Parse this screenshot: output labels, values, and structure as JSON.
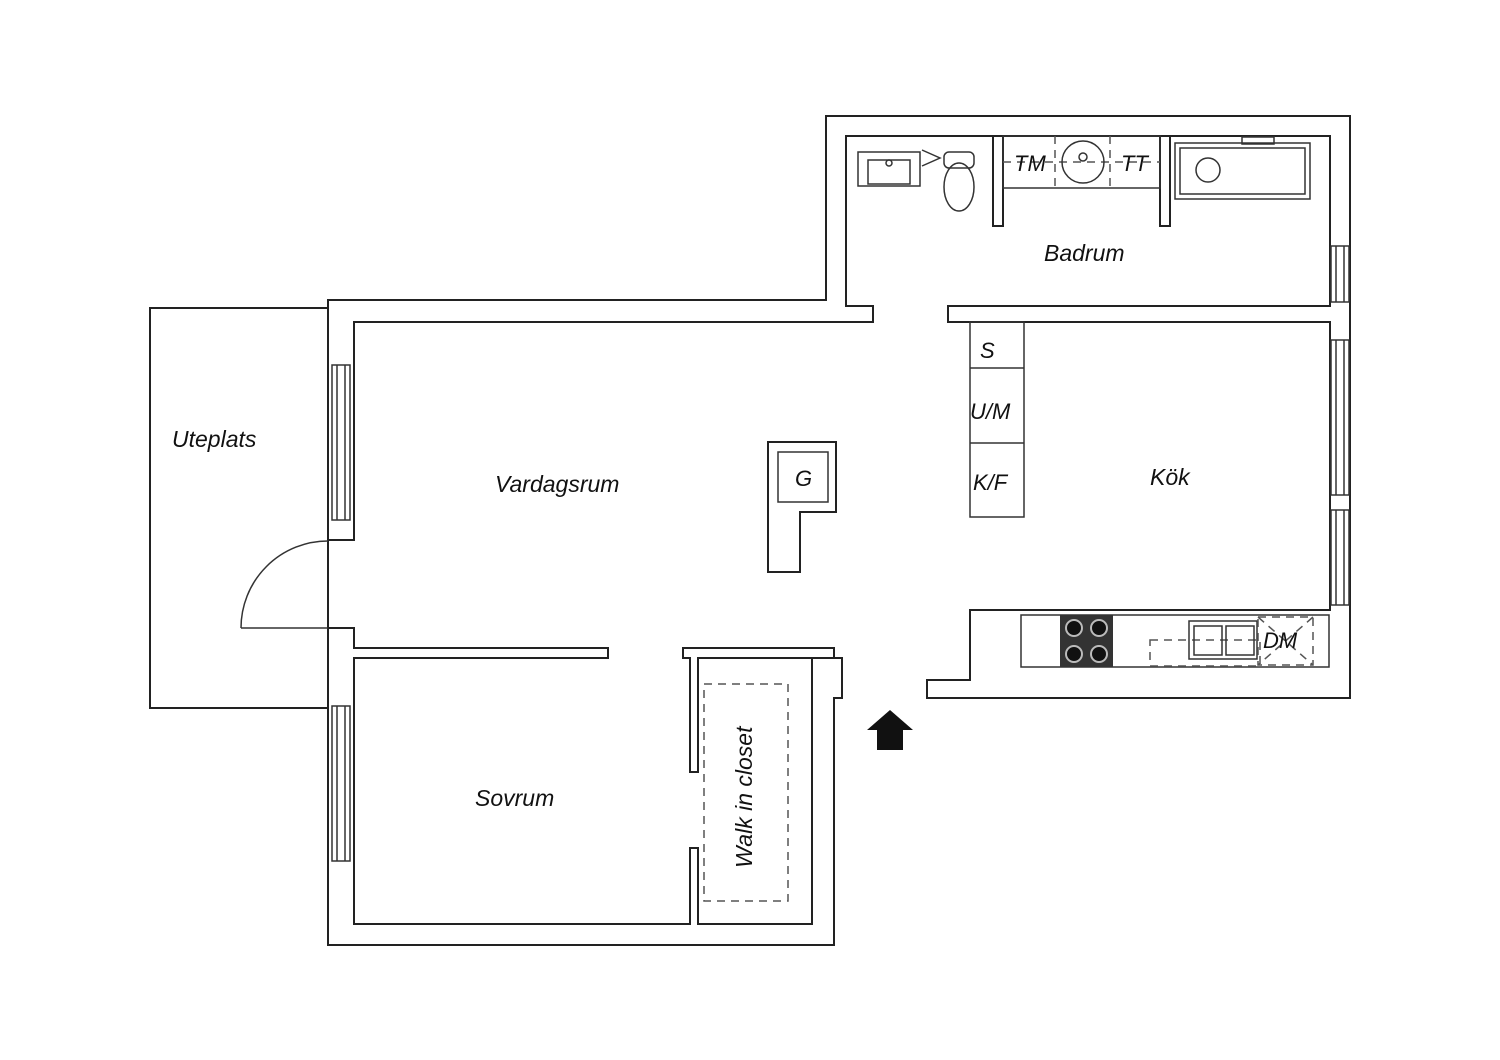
{
  "rooms": {
    "badrum": "Badrum",
    "vardagsrum": "Vardagsrum",
    "kok": "Kök",
    "sovrum": "Sovrum",
    "walk_in_closet": "Walk in closet",
    "uteplats": "Uteplats"
  },
  "fixtures": {
    "washer": "TM",
    "dryer": "TT",
    "storage": "S",
    "oven_microwave": "U/M",
    "fridge_freezer": "K/F",
    "dishwasher": "DM",
    "fireplace": "G"
  },
  "icons": {
    "entrance": "entrance-arrow-icon"
  }
}
